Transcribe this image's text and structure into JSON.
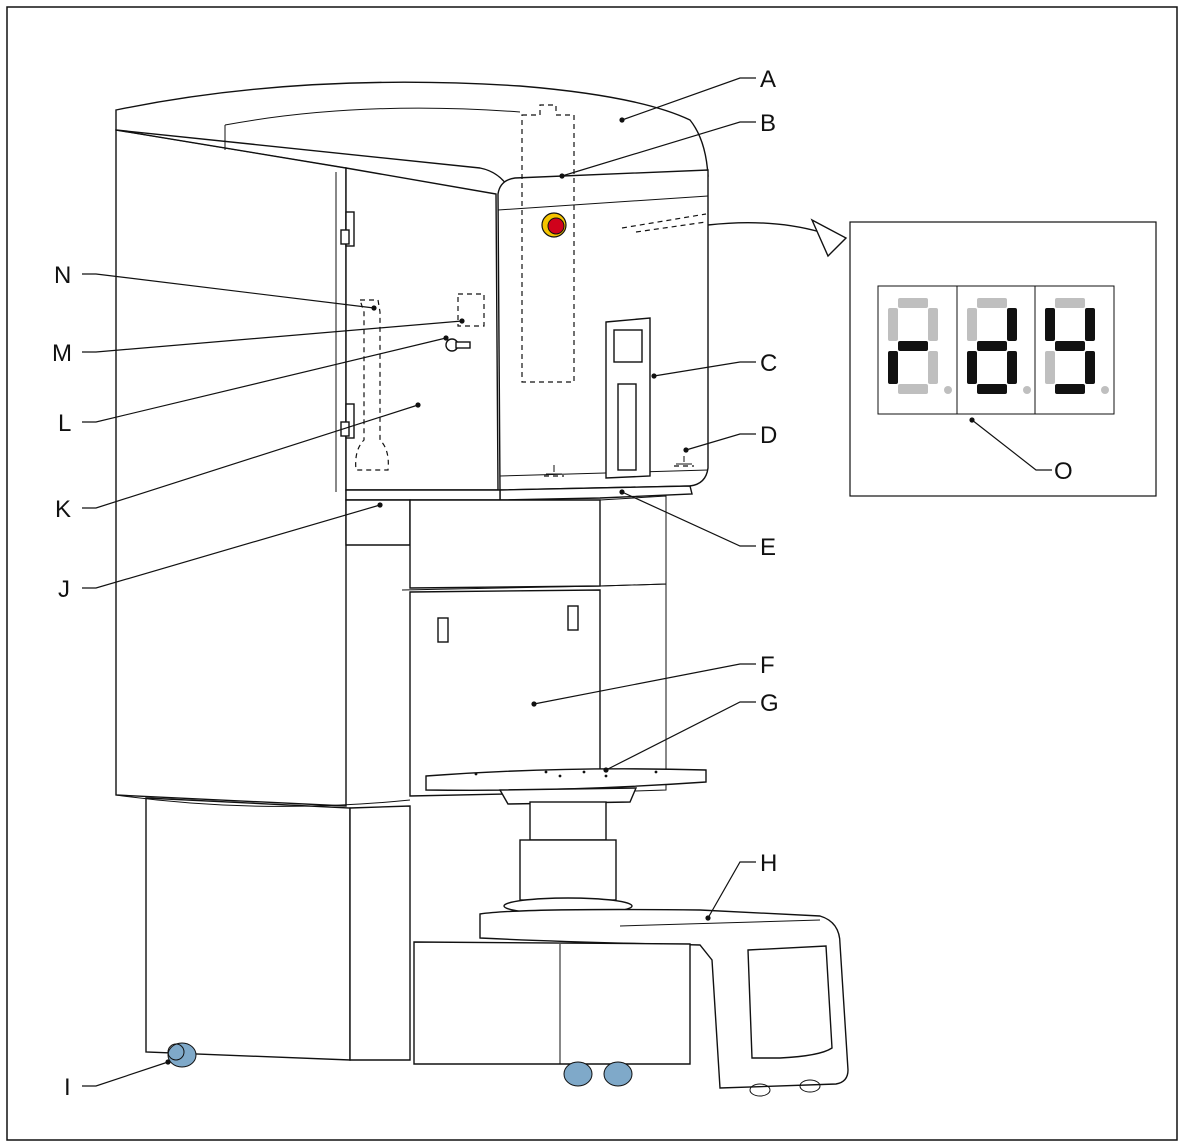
{
  "diagram": {
    "callouts": [
      {
        "id": "A",
        "label": "A"
      },
      {
        "id": "B",
        "label": "B"
      },
      {
        "id": "C",
        "label": "C"
      },
      {
        "id": "D",
        "label": "D"
      },
      {
        "id": "E",
        "label": "E"
      },
      {
        "id": "F",
        "label": "F"
      },
      {
        "id": "G",
        "label": "G"
      },
      {
        "id": "H",
        "label": "H"
      },
      {
        "id": "I",
        "label": "I"
      },
      {
        "id": "J",
        "label": "J"
      },
      {
        "id": "K",
        "label": "K"
      },
      {
        "id": "L",
        "label": "L"
      },
      {
        "id": "M",
        "label": "M"
      },
      {
        "id": "N",
        "label": "N"
      },
      {
        "id": "O",
        "label": "O"
      }
    ],
    "display": {
      "digits": [
        "r",
        "d",
        "Y"
      ]
    },
    "colors": {
      "line": "#111111",
      "emergency_stop": "#d0021b",
      "emergency_ring": "#f5c400",
      "caster": "#7fa9c9",
      "segment_off": "#bfbfbf"
    }
  }
}
